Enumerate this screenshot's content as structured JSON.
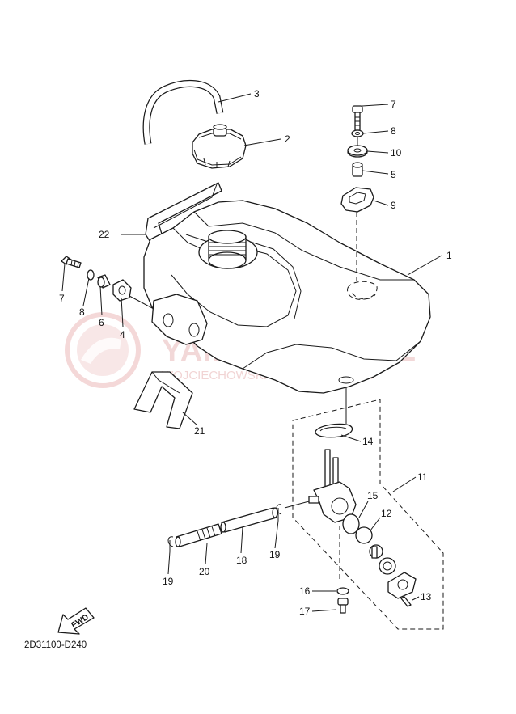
{
  "watermark": {
    "title": "YAMA-SKLEP.PL",
    "subtitle": "WOJCIECHOWSKI DEALER YAMAHA",
    "color": "#e9b9b9"
  },
  "diagram_code": "2D31100-D240",
  "fwd_label": "FWD",
  "callouts": {
    "c1": "1",
    "c2": "2",
    "c3": "3",
    "c4": "4",
    "c5": "5",
    "c6": "6",
    "c7_right": "7",
    "c7_left": "7",
    "c8_right": "8",
    "c8_left": "8",
    "c9": "9",
    "c10": "10",
    "c11": "11",
    "c12": "12",
    "c13": "13",
    "c14": "14",
    "c15": "15",
    "c16": "16",
    "c17": "17",
    "c18": "18",
    "c19_left": "19",
    "c19_right": "19",
    "c20": "20",
    "c21": "21",
    "c22": "22"
  }
}
